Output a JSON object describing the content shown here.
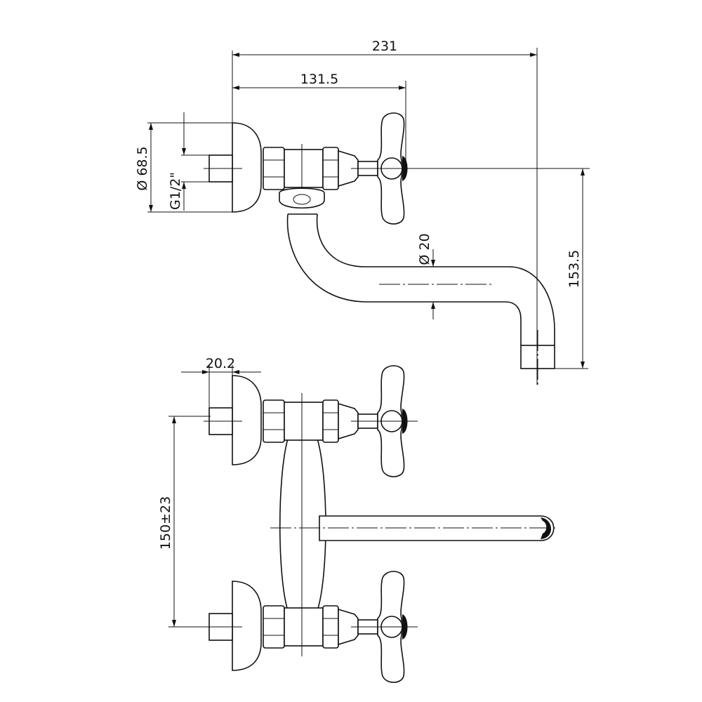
{
  "drawing": {
    "title": "Wall-mounted faucet dimension drawing",
    "dimensions": {
      "overall_length": "231",
      "handle_offset": "131.5",
      "flange_diameter": "Ø 68.5",
      "thread": "G1/2\"",
      "spout_diameter": "Ø 20",
      "spout_height": "153.5",
      "nipple_length": "20.2",
      "center_distance": "150±23"
    }
  }
}
